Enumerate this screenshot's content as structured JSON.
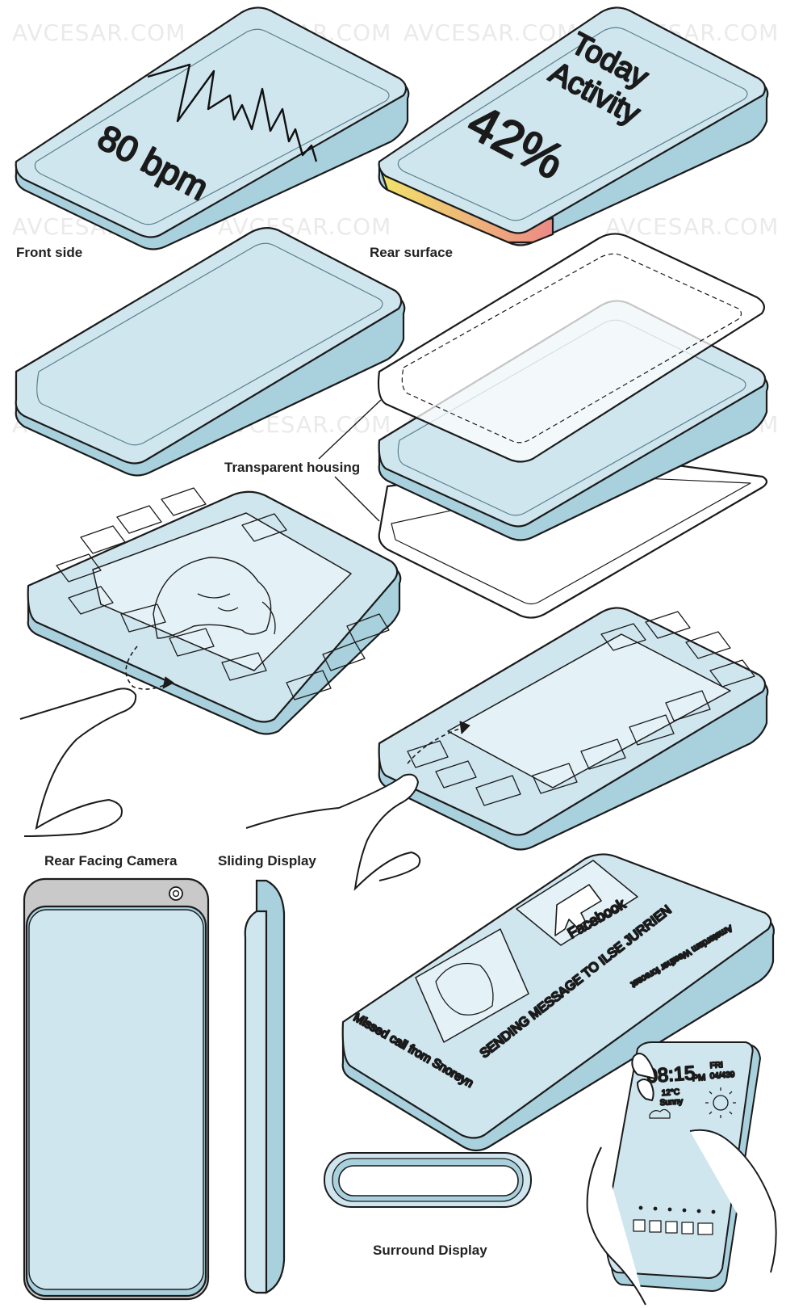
{
  "watermark": "AVCESAR.COM",
  "colors": {
    "device_fill": "#cfe6ef",
    "device_edge": "#a9d0dd",
    "stroke": "#1b1b1b",
    "rear_yellow": "#f1e46a",
    "rear_red": "#ec8a86",
    "camera_bar": "#c9c9c9"
  },
  "labels": {
    "front_side": "Front side",
    "rear_surface": "Rear surface",
    "transparent_housing": "Transparent housing",
    "rear_facing_camera": "Rear Facing Camera",
    "sliding_display": "Sliding Display",
    "surround_display": "Surround Display"
  },
  "screens": {
    "heart_rate": "80 bpm",
    "activity_title_line1": "Today",
    "activity_title_line2": "Activity",
    "activity_value": "42%",
    "facebook_label": "Facebook",
    "weather_caption": "Amsterdam Weather forecast",
    "sending_message": "SENDING MESSAGE TO ILSE JURRIEN",
    "missed_call": "Missed call from Snoreyn",
    "clock_time": "08:15",
    "clock_ampm": "PM",
    "clock_day": "FRI",
    "clock_date": "04/439",
    "temperature": "12°C",
    "weather_condition": "Sunny"
  },
  "icons": [
    "heartbeat-wave-icon",
    "facebook-logo-icon",
    "camera-lens-icon",
    "sun-icon",
    "cloud-icon",
    "swipe-arrow-icon",
    "finger-hand-icon"
  ]
}
